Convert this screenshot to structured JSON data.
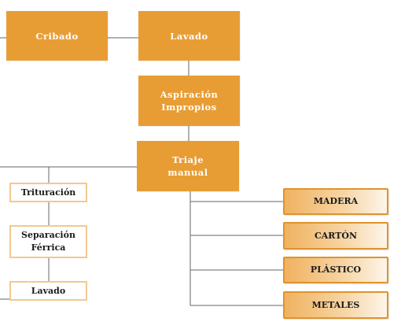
{
  "diagram": {
    "colors": {
      "accent": "#e89d34",
      "line": "#666666"
    },
    "nodes": {
      "cribado": "Cribado",
      "lavado_main": "Lavado",
      "aspiracion": "Aspiración\nImpropios",
      "triaje": "Triaje\nmanual",
      "trituracion": "Trituración",
      "separacion": "Separación\nFérrica",
      "lavado_sub": "Lavado",
      "madera": "MADERA",
      "carton": "CARTÓN",
      "plastico": "PLÁSTICO",
      "metales": "METALES"
    }
  }
}
